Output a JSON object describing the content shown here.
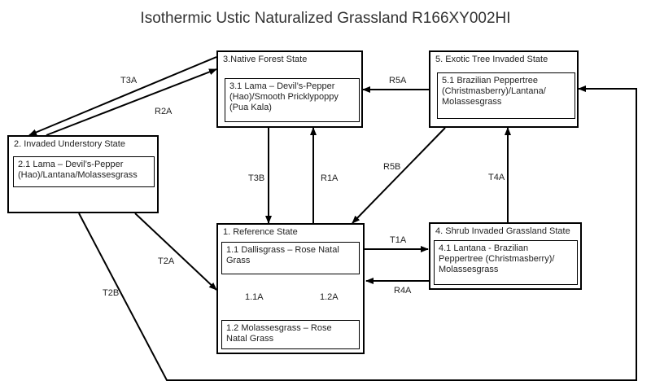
{
  "title": "Isothermic Ustic Naturalized Grassland R166XY002HI",
  "states": {
    "s1": {
      "title": "1. Reference State",
      "phase_1_1": "1.1 Dallisgrass – Rose Natal Grass",
      "phase_1_2": "1.2 Molassesgrass – Rose Natal Grass"
    },
    "s2": {
      "title": "2. Invaded Understory State",
      "phase_2_1": "2.1 Lama – Devil’s-Pepper (Hao)/Lantana/Molassesgrass"
    },
    "s3": {
      "title": "3.Native Forest State",
      "phase_3_1": "3.1 Lama – Devil’s-Pepper (Hao)/Smooth Pricklypoppy (Pua Kala)"
    },
    "s4": {
      "title": "4. Shrub Invaded Grassland State",
      "phase_4_1": "4.1 Lantana - Brazilian Peppertree (Christmasberry)/ Molassesgrass"
    },
    "s5": {
      "title": "5. Exotic Tree Invaded State",
      "phase_5_1": "5.1 Brazilian Peppertree (Christmasberry)/Lantana/ Molassesgrass"
    }
  },
  "transitions": {
    "T3A": "T3A",
    "R2A": "R2A",
    "R5A": "R5A",
    "T3B": "T3B",
    "R1A": "R1A",
    "R5B": "R5B",
    "T4A": "T4A",
    "T2A": "T2A",
    "T1A": "T1A",
    "R4A": "R4A",
    "T2B": "T2B",
    "P11A": "1.1A",
    "P12A": "1.2A"
  }
}
